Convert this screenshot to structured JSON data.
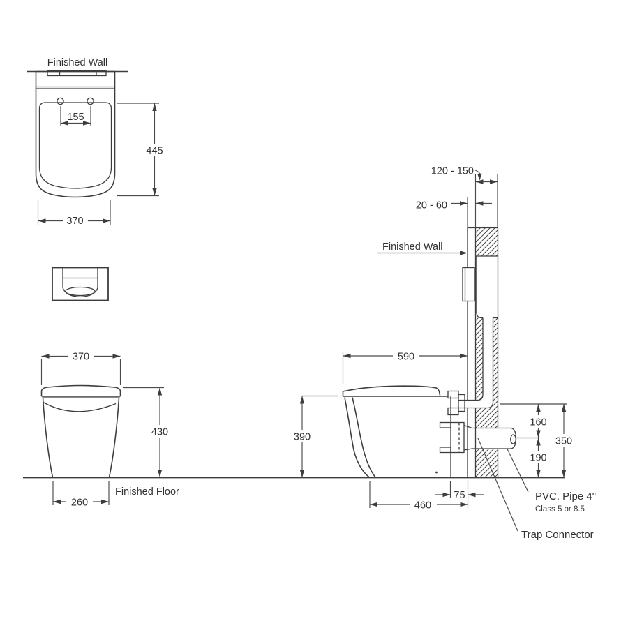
{
  "labels": {
    "finished_wall_top_view": "Finished Wall",
    "finished_wall_side_view": "Finished Wall",
    "finished_floor": "Finished Floor",
    "pvc_pipe": "PVC. Pipe 4\"",
    "pvc_pipe_class": "Class 5 or 8.5",
    "trap_connector": "Trap Connector"
  },
  "dims": {
    "top_view": {
      "hinge_spacing": "155",
      "depth": "445",
      "width": "370"
    },
    "front_view": {
      "width": "370",
      "height": "430",
      "base_width": "260"
    },
    "side_view": {
      "depth": "590",
      "rim_height": "390",
      "tank_recess_depth": "120 - 150",
      "wall_finish_thickness": "20 - 60",
      "pipe_drop": "160",
      "outlet_height": "190",
      "total_height": "350",
      "rear_clearance": "75",
      "outlet_distance": "460"
    }
  }
}
